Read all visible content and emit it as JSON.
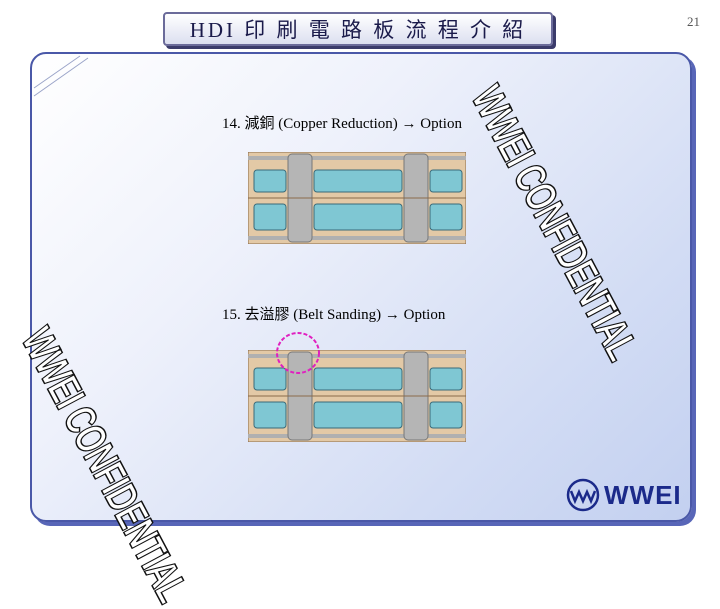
{
  "header": {
    "title": "HDI 印 刷 電 路 板 流 程 介 紹",
    "page_number": "21"
  },
  "steps": [
    {
      "label": "14. 減銅 (Copper Reduction) → Option"
    },
    {
      "label": "15. 去溢膠 (Belt Sanding) → Option"
    }
  ],
  "watermarks": [
    {
      "text": "WWEI CONFIDENTIAL"
    },
    {
      "text": "WWEI CONFIDENTIAL"
    }
  ],
  "logo": {
    "text": "WWEI",
    "icon": "wwei-logo-icon"
  },
  "colors": {
    "panel_border": "#4a58a8",
    "copper": "#d9b58c",
    "core": "#7fc7d3",
    "via": "#b5b5b5",
    "highlight_circle": "#e020c0",
    "logo": "#1b2a8a"
  }
}
